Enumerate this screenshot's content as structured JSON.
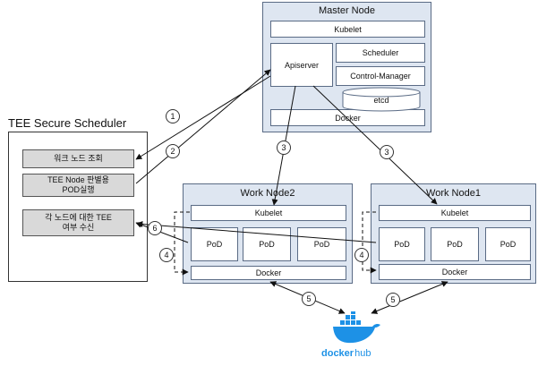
{
  "master": {
    "title": "Master Node",
    "kubelet": "Kubelet",
    "apiserver": "Apiserver",
    "scheduler": "Scheduler",
    "controller": "Control-Manager",
    "etcd": "etcd",
    "docker": "Docker"
  },
  "tee": {
    "title": "TEE Secure Scheduler",
    "query_label": "워크 노드 조회",
    "deploy_label_line1": "TEE Node 판별용",
    "deploy_label_line2": "POD실행",
    "receive_label_line1": "각 노드에 대한 TEE",
    "receive_label_line2": "여부 수신"
  },
  "work2": {
    "title": "Work Node2",
    "kubelet": "Kubelet",
    "pods": [
      "PoD",
      "PoD",
      "PoD"
    ],
    "docker": "Docker"
  },
  "work1": {
    "title": "Work Node1",
    "kubelet": "Kubelet",
    "pods": [
      "PoD",
      "PoD",
      "PoD"
    ],
    "docker": "Docker"
  },
  "steps": [
    "1",
    "2",
    "3",
    "3",
    "4",
    "4",
    "5",
    "5",
    "6"
  ],
  "dockerhub": {
    "logo_word": "docker",
    "logo_suffix": "hub"
  },
  "colors": {
    "node_fill": "#dee6f1",
    "docker_blue": "#1d91e6"
  }
}
